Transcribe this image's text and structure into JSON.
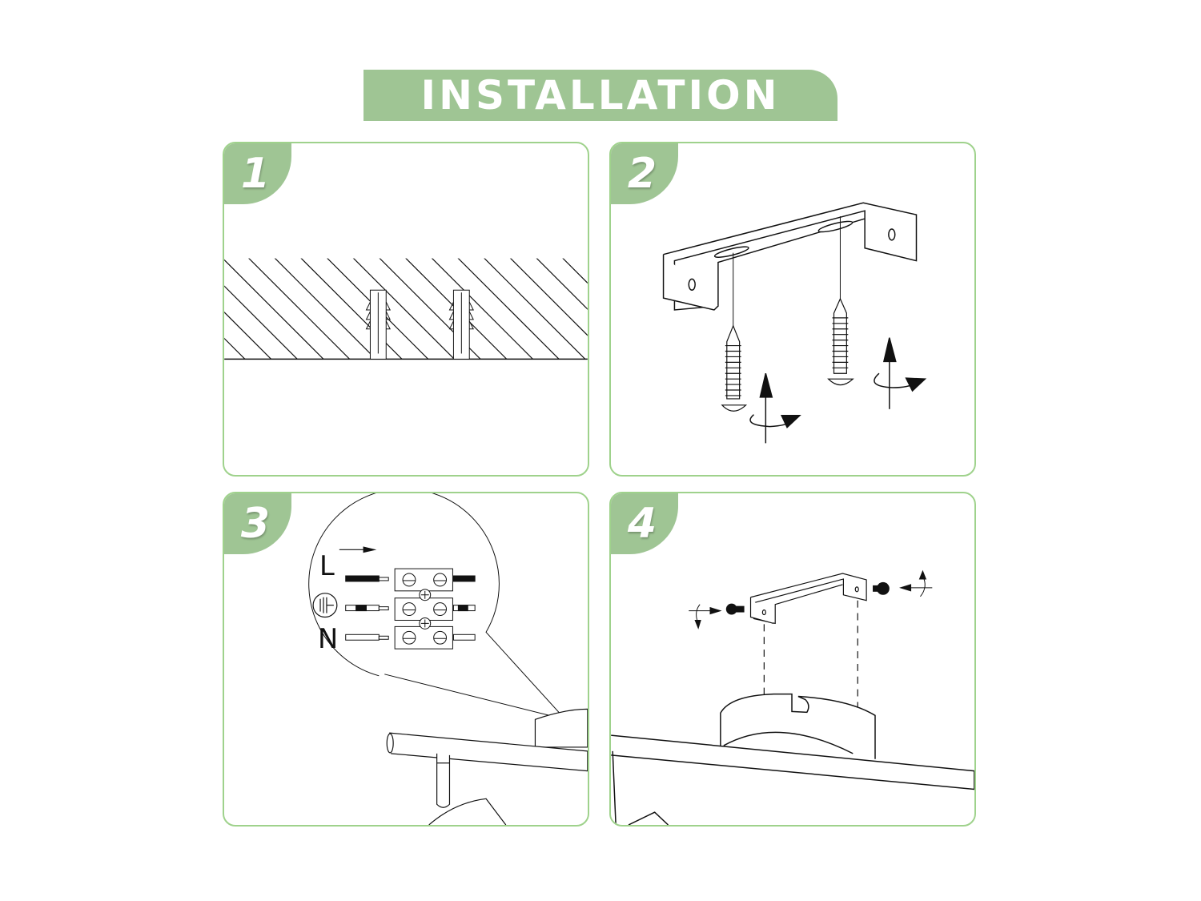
{
  "header": {
    "title": "INSTALLATION"
  },
  "colors": {
    "accent_green": "#9fc594",
    "panel_border": "#9fd28c",
    "line": "#111111"
  },
  "steps": [
    {
      "number": "1",
      "illustration": "wall-anchors-in-ceiling"
    },
    {
      "number": "2",
      "illustration": "mounting-bracket-with-screws"
    },
    {
      "number": "3",
      "illustration": "wiring-terminal-block",
      "wiring_labels": {
        "live": "L",
        "earth": "earth-symbol",
        "neutral": "N"
      }
    },
    {
      "number": "4",
      "illustration": "bracket-attach-to-fixture-base"
    }
  ]
}
